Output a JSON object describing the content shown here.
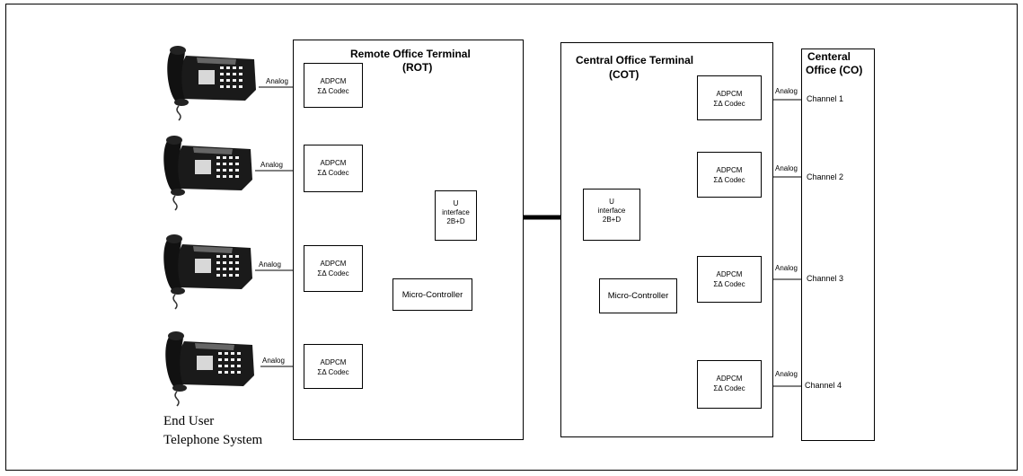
{
  "rot": {
    "title": "Remote Office Terminal",
    "subtitle": "(ROT)"
  },
  "cot": {
    "title": "Central Office Terminal",
    "subtitle": "(COT)"
  },
  "co": {
    "title_line1": "Centeral",
    "title_line2": "Office (CO)"
  },
  "codec": {
    "line1": "ADPCM",
    "line2": "ΣΔ Codec"
  },
  "u_interface": {
    "line1": "U",
    "line2": "interface",
    "line3": "2B+D"
  },
  "micro_controller": "Micro-Controller",
  "analog_label": "Analog",
  "channels": [
    "Channel 1",
    "Channel 2",
    "Channel 3",
    "Channel 4"
  ],
  "end_user": {
    "line1": "End User",
    "line2": "Telephone System"
  },
  "phone_icon": "desk-telephone-icon",
  "colors": {
    "line": "#000000",
    "phone_body": "#1a1a1a",
    "phone_key": "#f0f0f0"
  }
}
